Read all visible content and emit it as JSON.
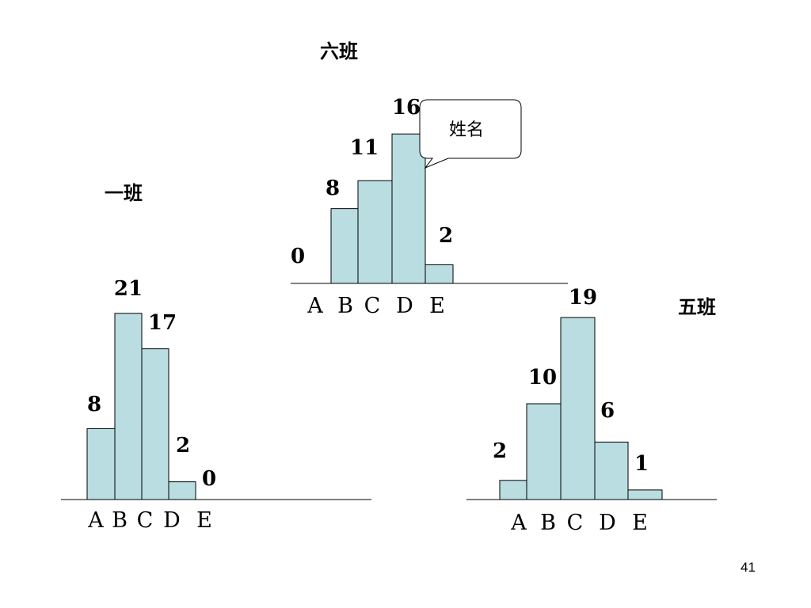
{
  "page_number": "41",
  "callout": {
    "text": "姓名"
  },
  "colors": {
    "bar_fill": "#b9dde1",
    "bar_stroke": "#000000",
    "axis": "#000000"
  },
  "chart_data": [
    {
      "type": "bar",
      "title": "六班",
      "categories": [
        "A",
        "B",
        "C",
        "D",
        "E"
      ],
      "values": [
        0,
        8,
        11,
        16,
        2
      ],
      "data_labels": [
        "0",
        "8",
        "11",
        "16",
        "2"
      ]
    },
    {
      "type": "bar",
      "title": "一班",
      "categories": [
        "A",
        "B",
        "C",
        "D",
        "E"
      ],
      "values": [
        8,
        21,
        17,
        2,
        0
      ],
      "data_labels": [
        "8",
        "21",
        "17",
        "2",
        "0"
      ]
    },
    {
      "type": "bar",
      "title": "五班",
      "categories": [
        "A",
        "B",
        "C",
        "D",
        "E"
      ],
      "values": [
        2,
        10,
        19,
        6,
        1
      ],
      "data_labels": [
        "2",
        "10",
        "19",
        "6",
        "1"
      ]
    }
  ]
}
